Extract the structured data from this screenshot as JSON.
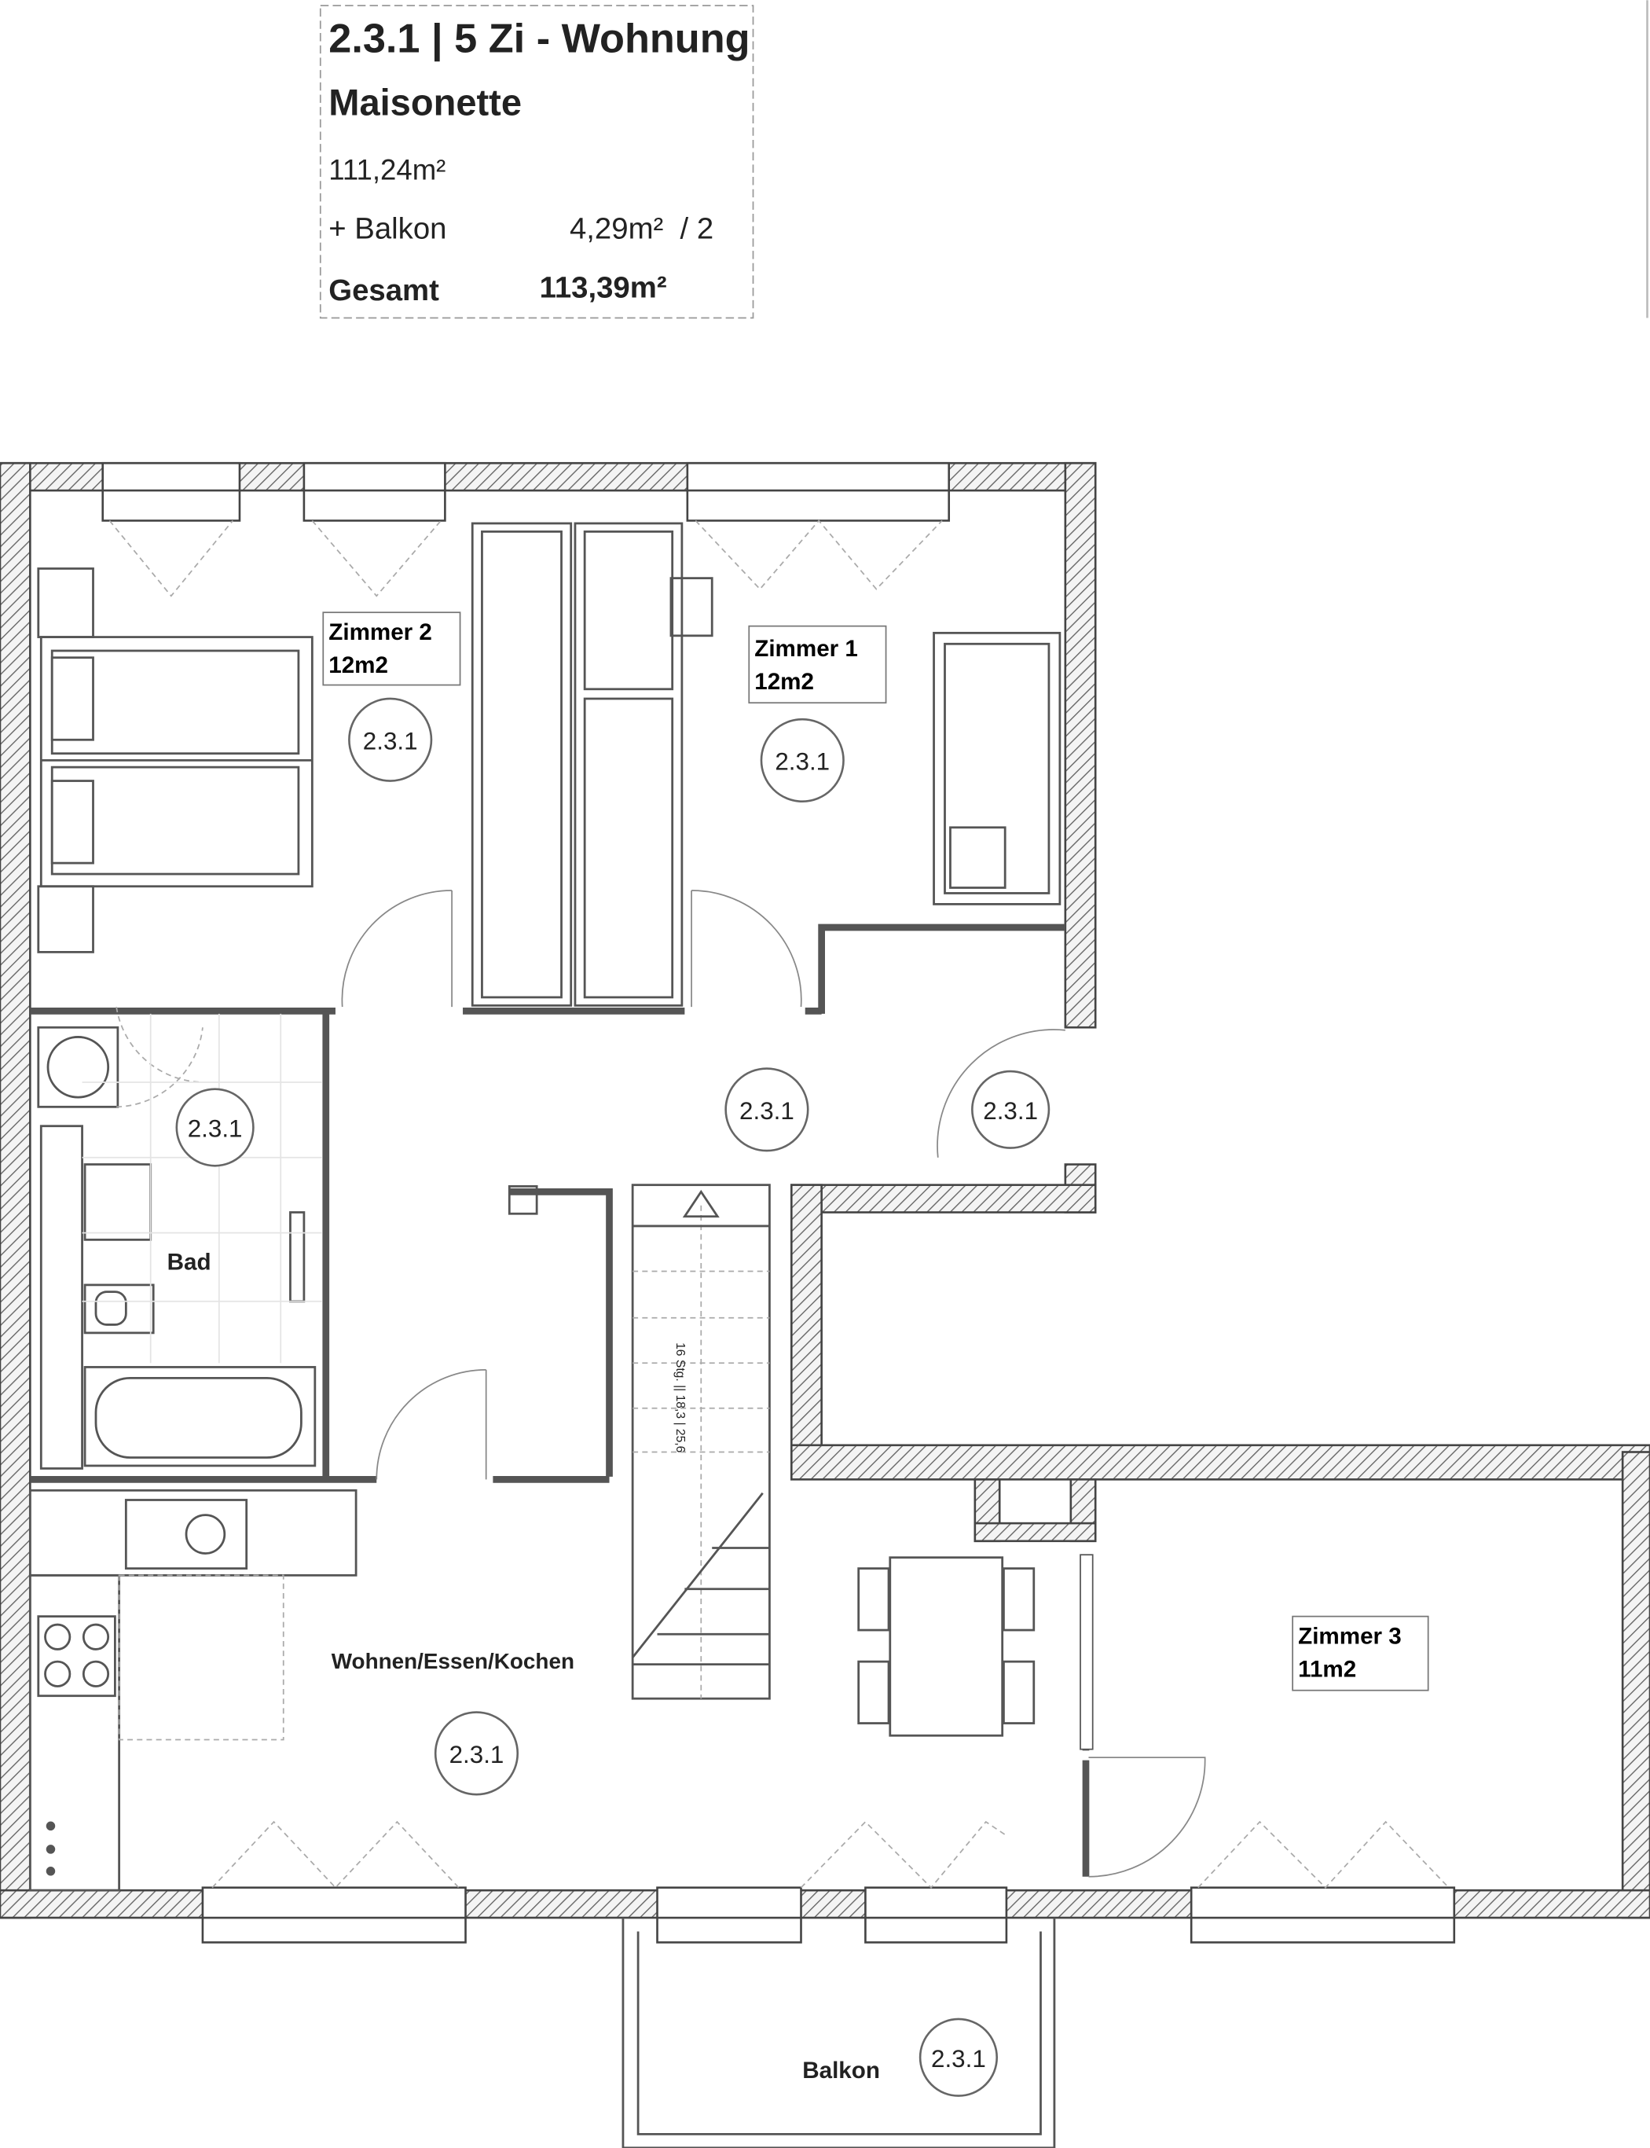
{
  "header": {
    "title": "2.3.1 | 5 Zi - Wohnung",
    "subtitle": "Maisonette",
    "area": "111,24m²",
    "balcony_label": "+ Balkon",
    "balcony_value": "4,29m²  / 2",
    "total_label": "Gesamt",
    "total_value": "113,39m²"
  },
  "rooms": {
    "zimmer2": {
      "name": "Zimmer 2",
      "size": "12m2"
    },
    "zimmer1": {
      "name": "Zimmer 1",
      "size": "12m2"
    },
    "zimmer3": {
      "name": "Zimmer 3",
      "size": "11m2"
    },
    "bad": "Bad",
    "wohnen": "Wohnen/Essen/Kochen",
    "balkon": "Balkon"
  },
  "unit_tags": [
    "2.3.1",
    "2.3.1",
    "2.3.1",
    "2.3.1",
    "2.3.1",
    "2.3.1",
    "2.3.1"
  ],
  "stairs_label": "16 Stg. || 18,3 | 25,6",
  "colors": {
    "wall_hatch": "#555555",
    "line": "#555555",
    "label_border": "#777777"
  }
}
